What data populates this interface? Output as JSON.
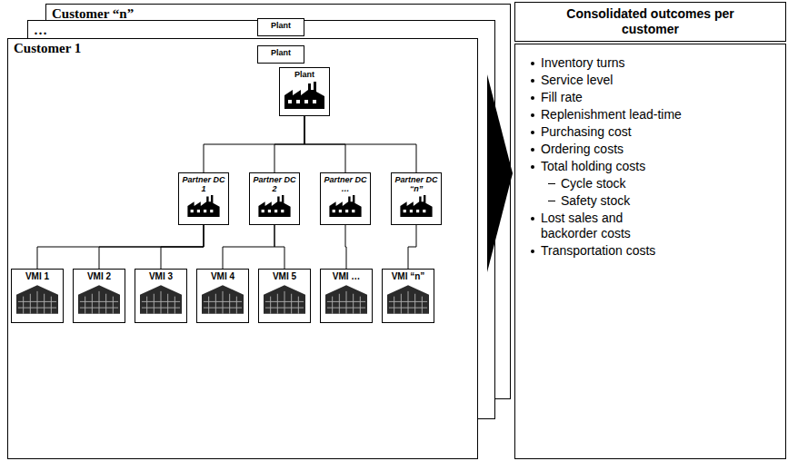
{
  "diagram": {
    "nodes": [
      {
        "text": [
          "Customer “n”"
        ]
      },
      {
        "text": [
          "Plant"
        ],
        "in": 0
      },
      {
        "text": [
          "…"
        ]
      },
      {
        "text": [
          "Plant"
        ],
        "in": 2
      },
      {
        "text": [
          "Customer 1"
        ]
      },
      {
        "text": [
          "Plant"
        ],
        "in": 4
      },
      {
        "text": [
          "Partner DC 1"
        ],
        "in": 4
      },
      {
        "text": [
          "Partner DC 2"
        ],
        "in": 4
      },
      {
        "text": [
          "Partner DC …"
        ],
        "in": 4
      },
      {
        "text": [
          "Partner DC “n”"
        ],
        "in": 4
      },
      {
        "text": [
          "VMI 1"
        ],
        "in": 4
      },
      {
        "text": [
          "VMI 2"
        ],
        "in": 4
      },
      {
        "text": [
          "VMI 3"
        ],
        "in": 4
      },
      {
        "text": [
          "VMI 4"
        ],
        "in": 4
      },
      {
        "text": [
          "VMI 5"
        ],
        "in": 4
      },
      {
        "text": [
          "VMI …"
        ],
        "in": 4
      },
      {
        "text": [
          "VMI “n”"
        ],
        "in": 4
      },
      {
        "text": [
          "Consolidated outcomes per customer"
        ]
      },
      {
        "text": [
          "Inventory turns",
          "Service level",
          "Fill rate",
          "Replenishment lead-time",
          "Purchasing cost",
          "Ordering costs",
          "Total holding costs",
          "Cycle stock",
          "Safety stock",
          "Lost sales and backorder costs",
          "Transportation costs"
        ]
      }
    ],
    "edges": [
      {
        "from": 5,
        "to": 6,
        "arrow": "none"
      },
      {
        "from": 5,
        "to": 7,
        "arrow": "none"
      },
      {
        "from": 5,
        "to": 8,
        "arrow": "none"
      },
      {
        "from": 5,
        "to": 9,
        "arrow": "none"
      },
      {
        "from": 6,
        "to": 10,
        "arrow": "none"
      },
      {
        "from": 6,
        "to": 11,
        "arrow": "none"
      },
      {
        "from": 6,
        "to": 12,
        "arrow": "none"
      },
      {
        "from": 7,
        "to": 13,
        "arrow": "none"
      },
      {
        "from": 7,
        "to": 14,
        "arrow": "none"
      },
      {
        "from": 8,
        "to": 15,
        "arrow": "none"
      },
      {
        "from": 9,
        "to": 16,
        "arrow": "none"
      }
    ]
  }
}
